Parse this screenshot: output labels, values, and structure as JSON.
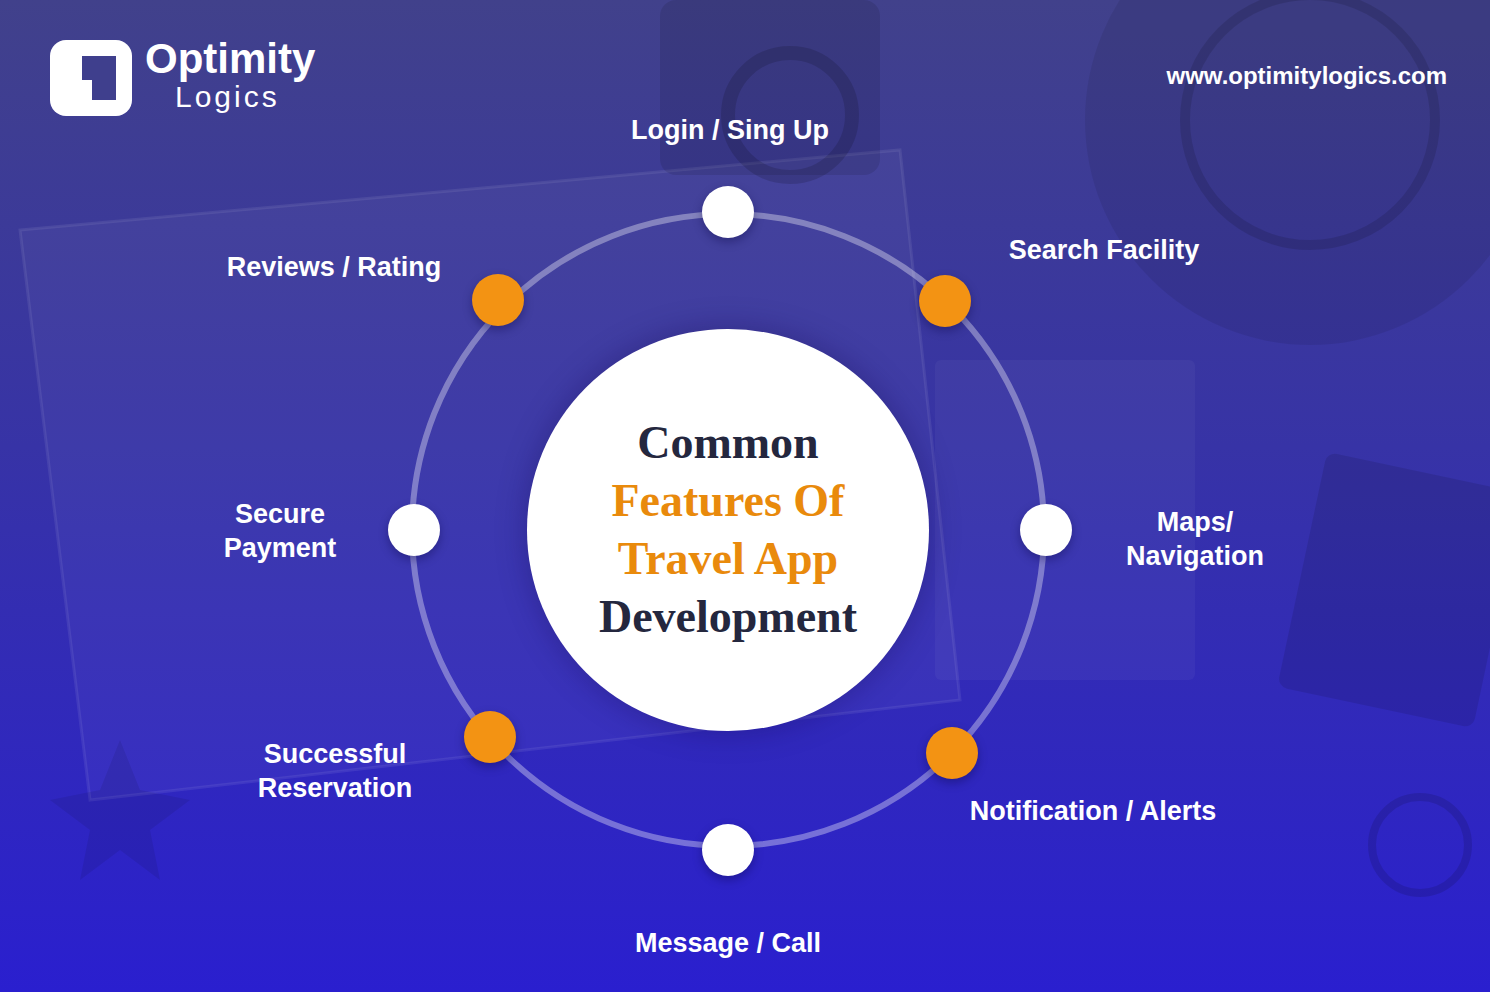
{
  "diagram": {
    "nodes": [
      {
        "text": [
          "Common",
          "Features Of Travel App",
          "Development"
        ]
      },
      {
        "text": [
          "Login / Sing Up"
        ]
      },
      {
        "text": [
          "Search Facility"
        ]
      },
      {
        "text": [
          "Maps/ Navigation"
        ]
      },
      {
        "text": [
          "Notification / Alerts"
        ]
      },
      {
        "text": [
          "Message / Call"
        ]
      },
      {
        "text": [
          "Successful Reservation"
        ]
      },
      {
        "text": [
          "Secure Payment"
        ]
      },
      {
        "text": [
          "Reviews / Rating"
        ]
      }
    ],
    "labels": [
      "Optimity",
      "Logics",
      "www.optimitylogics.com"
    ]
  }
}
